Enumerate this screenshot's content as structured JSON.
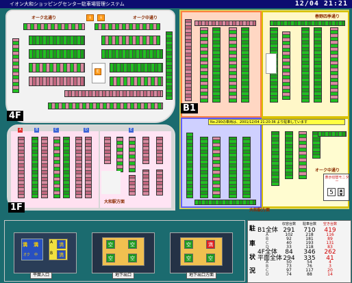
{
  "titlebar": {
    "title": "イオン大和ショッピングセンター駐車場管理システム",
    "clock": "12/04 21:21"
  },
  "floors": {
    "f4": "4F",
    "b1": "B1",
    "f1": "1F"
  },
  "exits": {
    "f4_left": "オーク北通り",
    "f4_right": "オーク中通り",
    "b1_top": "春野四季通り",
    "b1_right": "オーク中通り",
    "f1_bottom": "大和駅方面",
    "b1_bottom": "大和駅方面"
  },
  "notice": "No.290の車両は、2001/12/04 21:20:36 より駐車しています",
  "colors": {
    "free": "#22c022",
    "occupied": "#d98aa0",
    "background": "#1b6b6f"
  },
  "monitor": {
    "title": "表示切替モニター",
    "value": "5"
  },
  "panels": [
    {
      "label": "平面入口",
      "left": "満",
      "left_sub": "オク",
      "left2": "満",
      "left2_sub": "中",
      "right1": "満",
      "right2": "満",
      "right_tag1": "A",
      "right_tag2": "B"
    },
    {
      "label": "地下出口",
      "cells": [
        "空",
        "空",
        "空",
        "空"
      ]
    },
    {
      "label": "地下出口方面",
      "cells": [
        "空",
        "満",
        "空",
        "空"
      ]
    }
  ],
  "stats": {
    "side_label": [
      "駐",
      "車",
      "状",
      "況"
    ],
    "headers": [
      "収容台数",
      "駐車台数",
      "空き台数"
    ],
    "rows": [
      {
        "name": "B1全体",
        "cap": "291",
        "used": "710",
        "free": "419",
        "big": true
      },
      {
        "name": "A",
        "cap": "102",
        "used": "218",
        "free": "116",
        "big": false
      },
      {
        "name": "B",
        "cap": "92",
        "used": "181",
        "free": "89",
        "big": false
      },
      {
        "name": "C",
        "cap": "40",
        "used": "193",
        "free": "131",
        "big": false
      },
      {
        "name": "D",
        "cap": "33",
        "used": "118",
        "free": "83",
        "big": false
      },
      {
        "name": "4F全体",
        "cap": "84",
        "used": "346",
        "free": "262",
        "big": true
      },
      {
        "name": "平面全体",
        "cap": "294",
        "used": "335",
        "free": "41",
        "big": true
      },
      {
        "name": "A",
        "cap": "50",
        "used": "54",
        "free": "4",
        "big": false
      },
      {
        "name": "B",
        "cap": "73",
        "used": "76",
        "free": "3",
        "big": false
      },
      {
        "name": "C",
        "cap": "97",
        "used": "117",
        "free": "20",
        "big": false
      },
      {
        "name": "D",
        "cap": "74",
        "used": "88",
        "free": "14",
        "big": false
      }
    ]
  }
}
